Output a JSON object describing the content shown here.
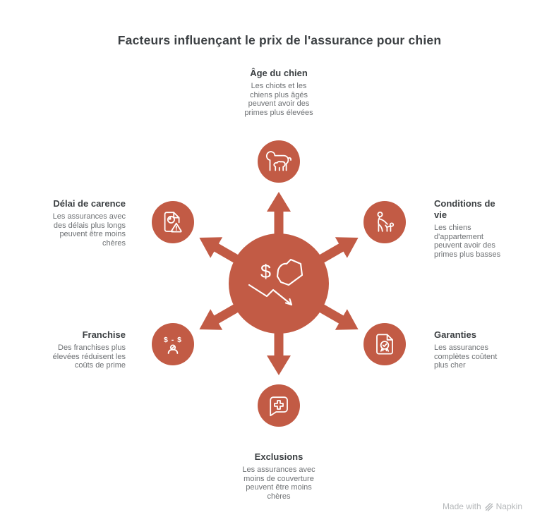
{
  "title": "Facteurs influençant le prix de l'assurance pour chien",
  "center": {
    "icon": "dog-price-decrease-icon",
    "dollar_glyph": "$"
  },
  "factors": [
    {
      "id": "age-du-chien",
      "position": "top",
      "label": "Âge du chien",
      "description": "Les chiots et les chiens plus âgés peuvent avoir des primes plus élevées",
      "icon": "dog-with-puppy-icon"
    },
    {
      "id": "conditions-de-vie",
      "position": "top-right",
      "label": "Conditions de vie",
      "description": "Les chiens d'appartement peuvent avoir des primes plus basses",
      "icon": "person-walking-dog-icon"
    },
    {
      "id": "garanties",
      "position": "bottom-right",
      "label": "Garanties",
      "description": "Les assurances complètes coûtent plus cher",
      "icon": "certificate-document-icon"
    },
    {
      "id": "exclusions",
      "position": "bottom",
      "label": "Exclusions",
      "description": "Les assurances avec moins de couverture peuvent être moins chères",
      "icon": "medical-cross-speech-bubble-icon"
    },
    {
      "id": "franchise",
      "position": "bottom-left",
      "label": "Franchise",
      "description": "Des franchises plus élevées réduisent les coûts de prime",
      "icon": "dollar-minus-dollar-person-icon",
      "icon_text": "$ - $"
    },
    {
      "id": "delai-de-carence",
      "position": "top-left",
      "label": "Délai de carence",
      "description": "Les assurances avec des délais plus longs peuvent être moins chères",
      "icon": "document-clock-warning-icon"
    }
  ],
  "watermark": {
    "prefix": "Made with",
    "brand": "Napkin"
  },
  "colors": {
    "accent": "#C25B45",
    "title": "#3C4043",
    "heading": "#3C4043",
    "body": "#6E7174",
    "watermark": "#B5B8BA",
    "background": "#FFFFFF"
  }
}
